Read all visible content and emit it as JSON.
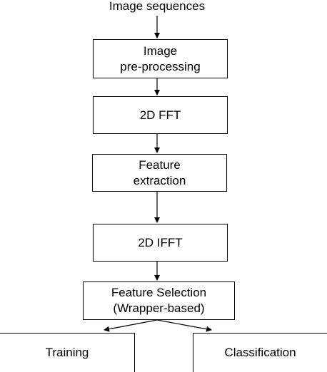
{
  "input_label": "Image sequences",
  "steps": {
    "preprocessing": {
      "line1": "Image",
      "line2": "pre-processing"
    },
    "fft": {
      "line1": "2D FFT"
    },
    "extraction": {
      "line1": "Feature",
      "line2": "extraction"
    },
    "ifft": {
      "line1": "2D IFFT"
    },
    "selection": {
      "line1": "Feature Selection",
      "line2": "(Wrapper-based)"
    }
  },
  "outputs": {
    "training": "Training",
    "classification": "Classification"
  }
}
